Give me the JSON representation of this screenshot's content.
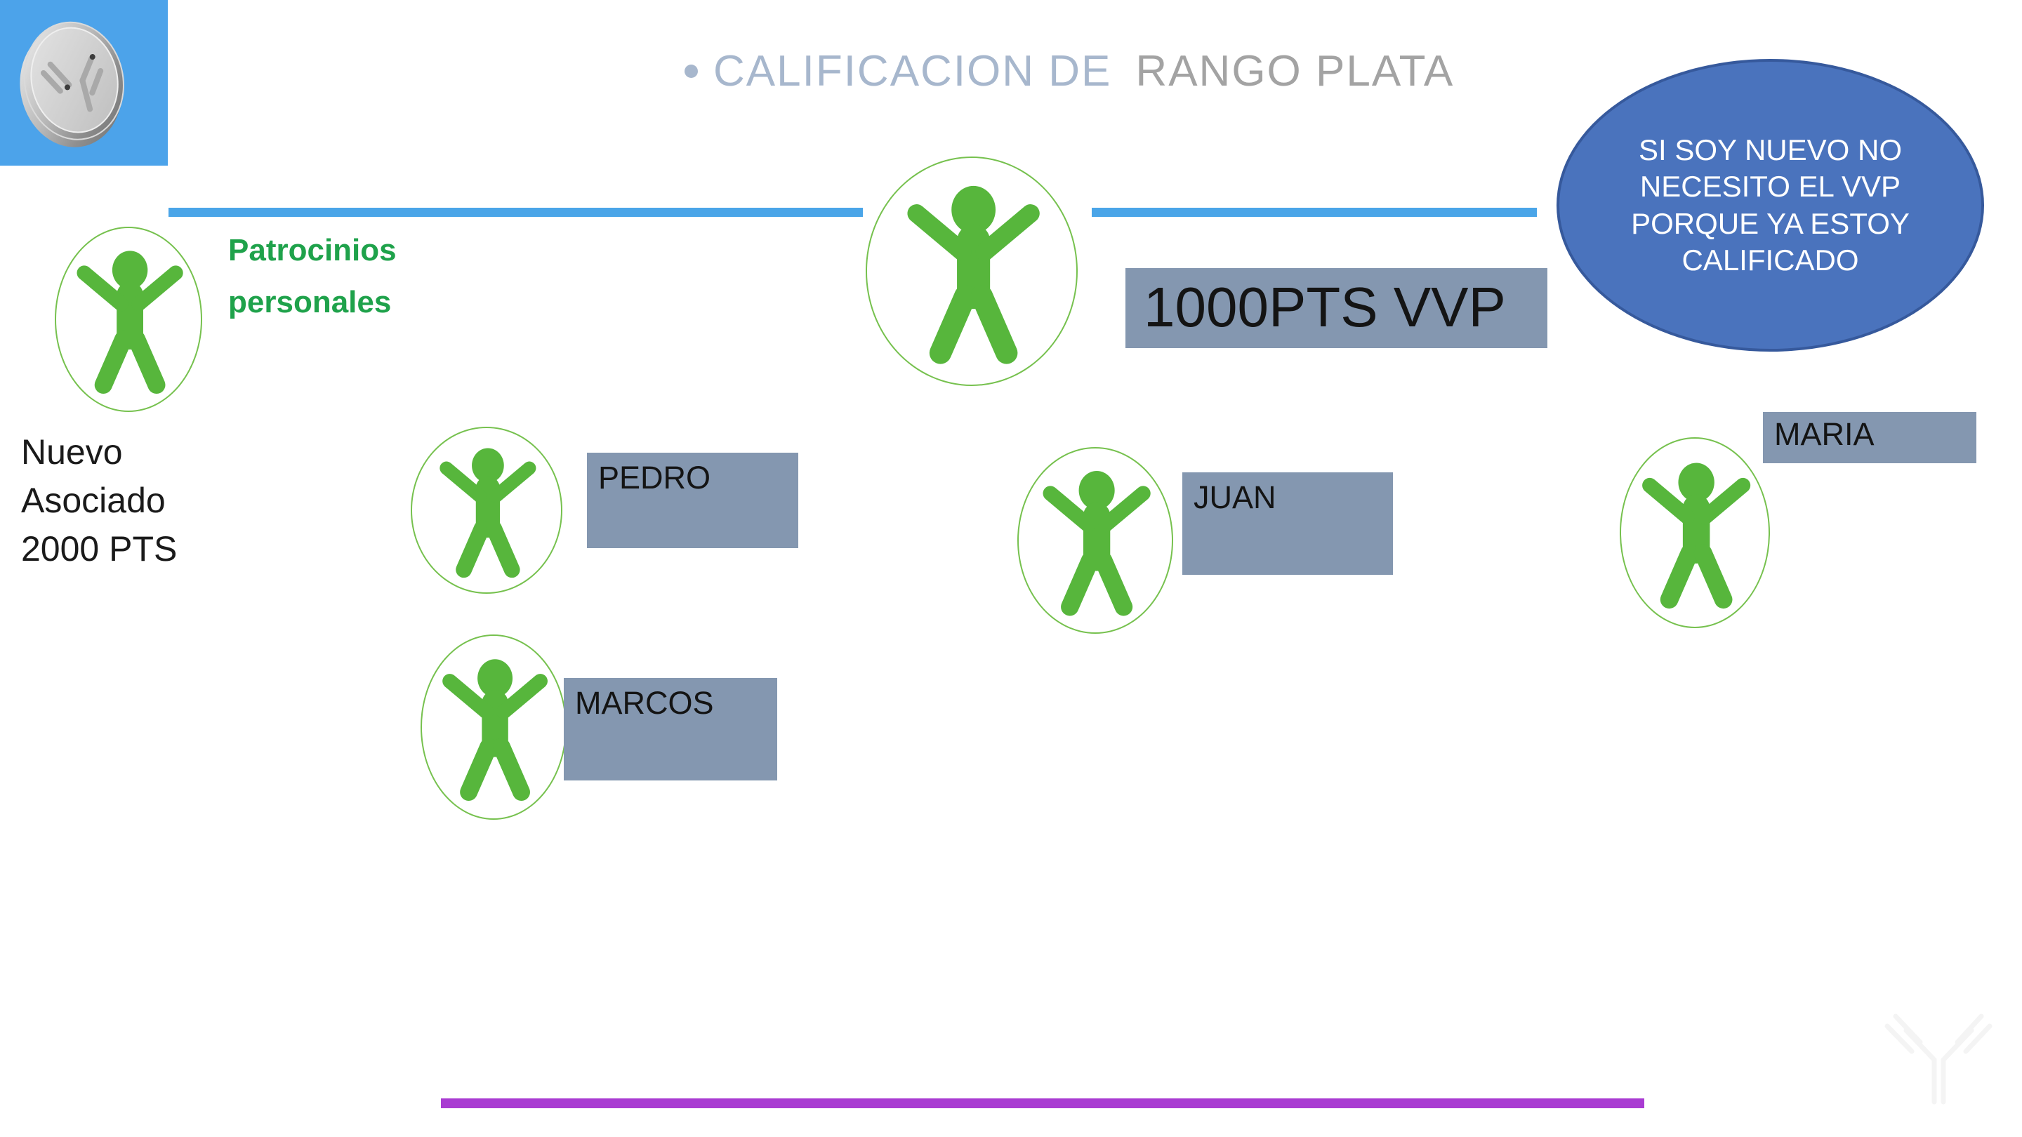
{
  "slide": {
    "title": {
      "bullet_icon": "circle-bullet",
      "part1": "CALIFICACION DE",
      "part2": "RANGO  PLATA"
    },
    "logo": {
      "icon": "silver-coin-icon",
      "background": "#4ca3ea"
    },
    "labels": {
      "patrocinios": "Patrocinios\npersonales",
      "nuevo_asociado": "Nuevo\nAsociado\n2000 PTS",
      "vvp_requirement": "1000PTS VVP"
    },
    "callout": {
      "text": "SI SOY NUEVO NO NECESITO EL VVP PORQUE YA ESTOY CALIFICADO",
      "fill": "#4a73bd",
      "border": "#36599c"
    },
    "members": [
      {
        "name": "PEDRO"
      },
      {
        "name": "MARCOS"
      },
      {
        "name": "JUAN"
      },
      {
        "name": "MARIA"
      }
    ],
    "figures": [
      "new-associate-figure",
      "center-sponsor-figure",
      "pedro-figure",
      "marcos-figure",
      "juan-figure",
      "maria-figure"
    ],
    "colors": {
      "title_blue_gray": "#a7b7cd",
      "title_gray": "#a3a3a3",
      "green_text": "#1fa24b",
      "figure_green": "#57b63c",
      "ring_green": "#76c14e",
      "gray_box": "#8497b0",
      "blue_line": "#4aa5e8",
      "purple_line": "#a93bd2",
      "logo_blue": "#4ca3ea"
    }
  }
}
